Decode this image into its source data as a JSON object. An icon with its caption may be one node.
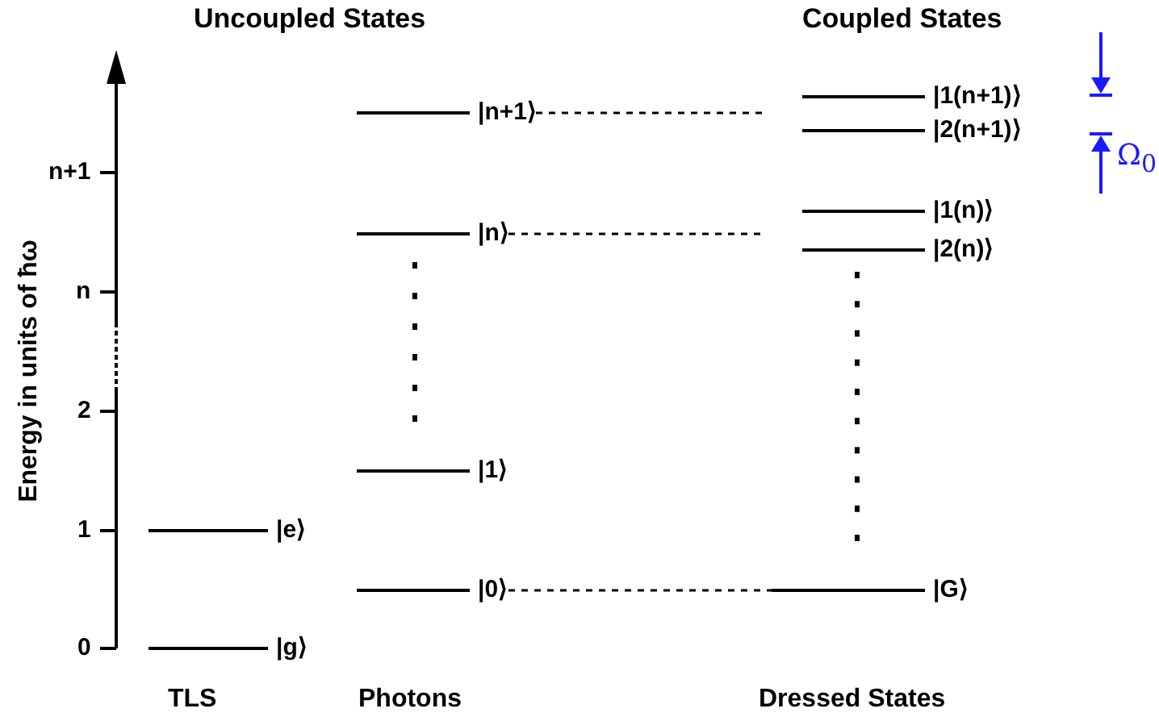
{
  "diagram": {
    "nodes": [
      {
        "text": [
          "|n+1⟩"
        ]
      },
      {
        "text": [
          "|1(n+1)⟩"
        ]
      },
      {
        "text": [
          "|2(n+1)⟩"
        ]
      },
      {
        "text": [
          "|n⟩"
        ]
      },
      {
        "text": [
          "|1(n)⟩"
        ]
      },
      {
        "text": [
          "|2(n)⟩"
        ]
      },
      {
        "text": [
          "|1⟩"
        ]
      },
      {
        "text": [
          "|e⟩"
        ]
      },
      {
        "text": [
          "|0⟩"
        ]
      },
      {
        "text": [
          "|G⟩"
        ]
      },
      {
        "text": [
          "|g⟩"
        ]
      }
    ],
    "edges": [
      {
        "from": 0,
        "to": null,
        "arrow": "none",
        "style": "dashed"
      },
      {
        "from": 3,
        "to": null,
        "arrow": "none",
        "style": "dashed"
      },
      {
        "from": 8,
        "to": 9,
        "arrow": "none",
        "style": "dashed"
      }
    ],
    "labels": [
      "Uncoupled States",
      "Coupled States",
      "Ω$_{0}$",
      "n+1",
      "n",
      "2",
      "1",
      "0",
      "Energy in units of ħω",
      "TLS",
      "Photons",
      "Dressed States"
    ]
  }
}
